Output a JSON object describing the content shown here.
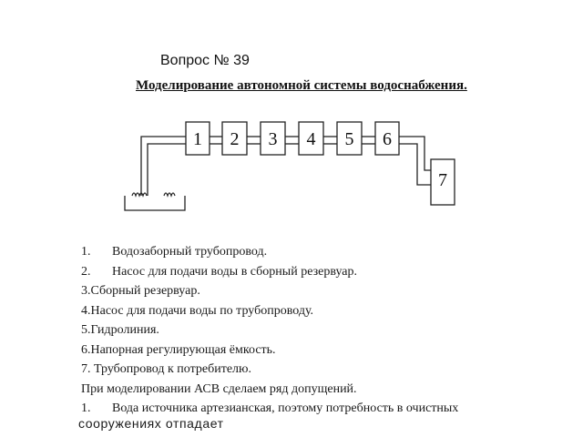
{
  "header": {
    "question": "Вопрос  № 39",
    "diagram_title": "Моделирование автономной системы водоснабжения."
  },
  "diagram": {
    "boxes": [
      "1",
      "2",
      "3",
      "4",
      "5",
      "6",
      "7"
    ]
  },
  "legend": [
    {
      "num": "1.",
      "text": "Водозаборный трубопровод."
    },
    {
      "num": "2.",
      "text": "Насос для подачи воды в сборный резервуар."
    },
    {
      "num": "3.",
      "text": "Сборный резервуар."
    },
    {
      "num": "4.",
      "text": "Насос для подачи воды по трубопроводу."
    },
    {
      "num": "5.",
      "text": "Гидролиния."
    },
    {
      "num": "6.",
      "text": "Напорная регулирующая ёмкость."
    },
    {
      "num": "7.",
      "text": "Трубопровод к потребителю."
    }
  ],
  "assumptions": {
    "intro": "При моделировании АСВ сделаем ряд допущений.",
    "item_num": "1.",
    "item_text": "Вода источника артезианская, поэтому потребность в очистных",
    "continuation": "сооружениях  отпадает"
  }
}
